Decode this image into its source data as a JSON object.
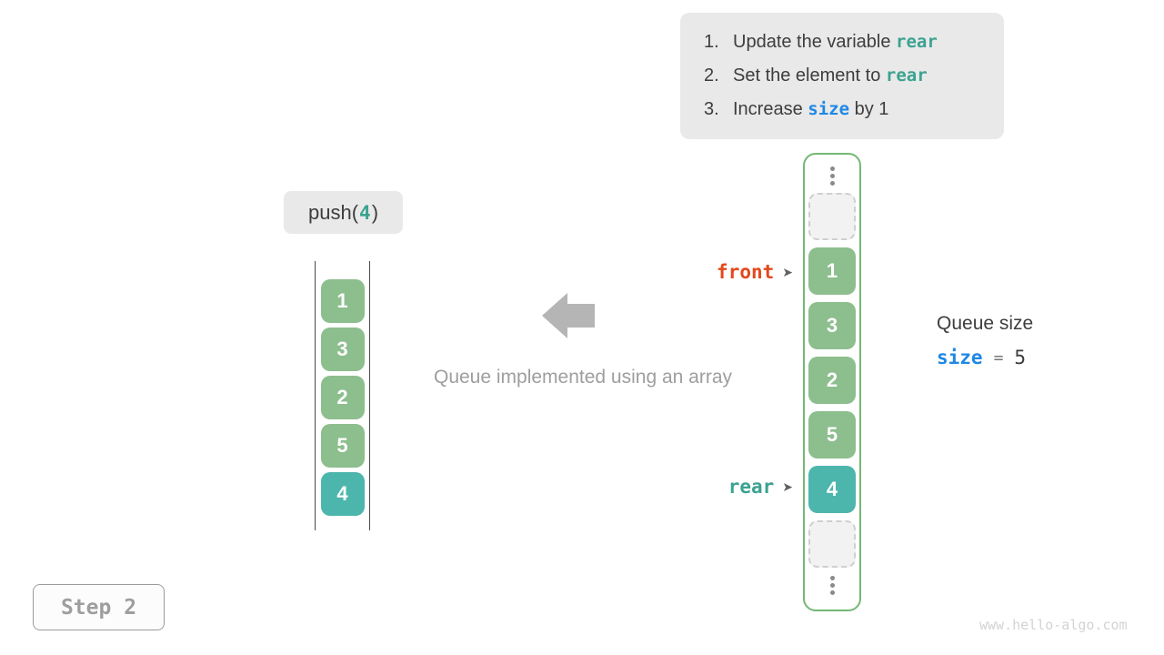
{
  "instructions": {
    "items": [
      {
        "num": "1.",
        "pre": "Update the variable ",
        "code": "rear",
        "post": ""
      },
      {
        "num": "2.",
        "pre": "Set the element to ",
        "code": "rear",
        "post": ""
      },
      {
        "num": "3.",
        "pre": "Increase ",
        "code": "size",
        "post": " by 1"
      }
    ]
  },
  "push_label": {
    "pre": "push(",
    "arg": "4",
    "post": ")"
  },
  "left_array": {
    "cells": [
      {
        "value": "1"
      },
      {
        "value": "3"
      },
      {
        "value": "2"
      },
      {
        "value": "5"
      },
      {
        "value": "4"
      }
    ]
  },
  "caption": "Queue implemented using an array",
  "queue": {
    "cells": [
      {
        "value": "1"
      },
      {
        "value": "3"
      },
      {
        "value": "2"
      },
      {
        "value": "5"
      },
      {
        "value": "4"
      }
    ],
    "front_label": "front",
    "rear_label": "rear",
    "pointer_arrow": "➤"
  },
  "queue_size": {
    "title": "Queue size",
    "var": "size",
    "eq": "=",
    "value": "5"
  },
  "step_label": "Step 2",
  "watermark": "www.hello-algo.com",
  "colors": {
    "cell_green": "#8dbe8e",
    "cell_teal": "#4db6ac",
    "container_border_green": "#74b874",
    "code_teal": "#3ba291",
    "code_blue": "#1e88e5",
    "front_orange": "#e4481c",
    "panel_gray": "#e9e9e9",
    "muted_gray": "#9e9e9e"
  }
}
